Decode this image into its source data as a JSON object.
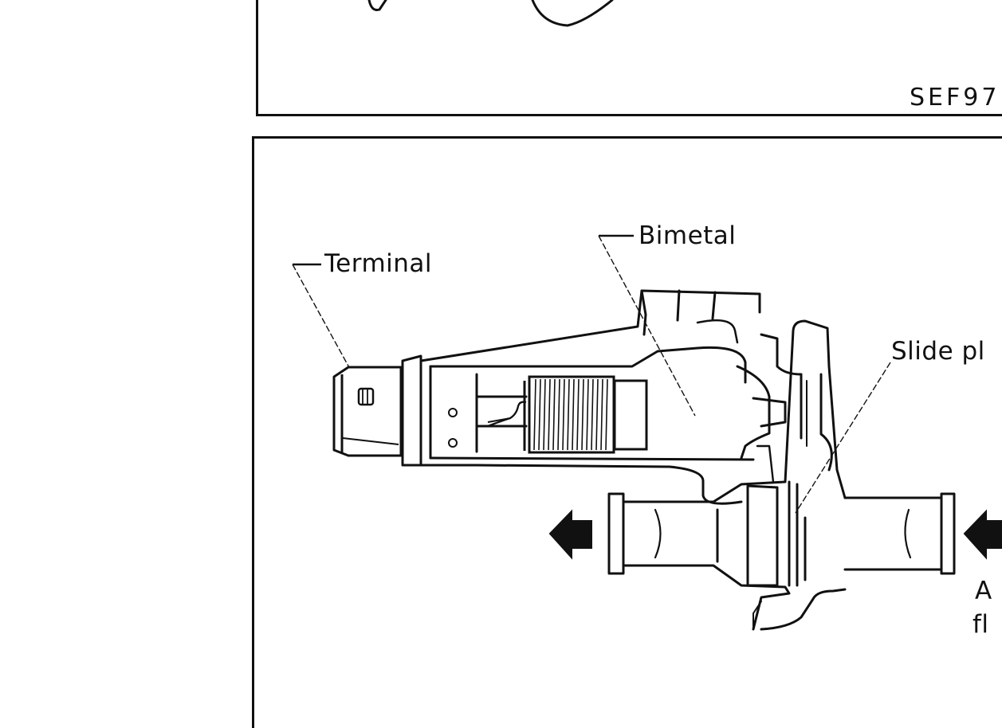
{
  "top_panel": {
    "figure_code": "SEF97"
  },
  "main_panel": {
    "labels": {
      "terminal": "Terminal",
      "bimetal": "Bimetal",
      "slide_plate": "Slide pl",
      "air_flow_line1": "A",
      "air_flow_line2": "fl"
    }
  }
}
